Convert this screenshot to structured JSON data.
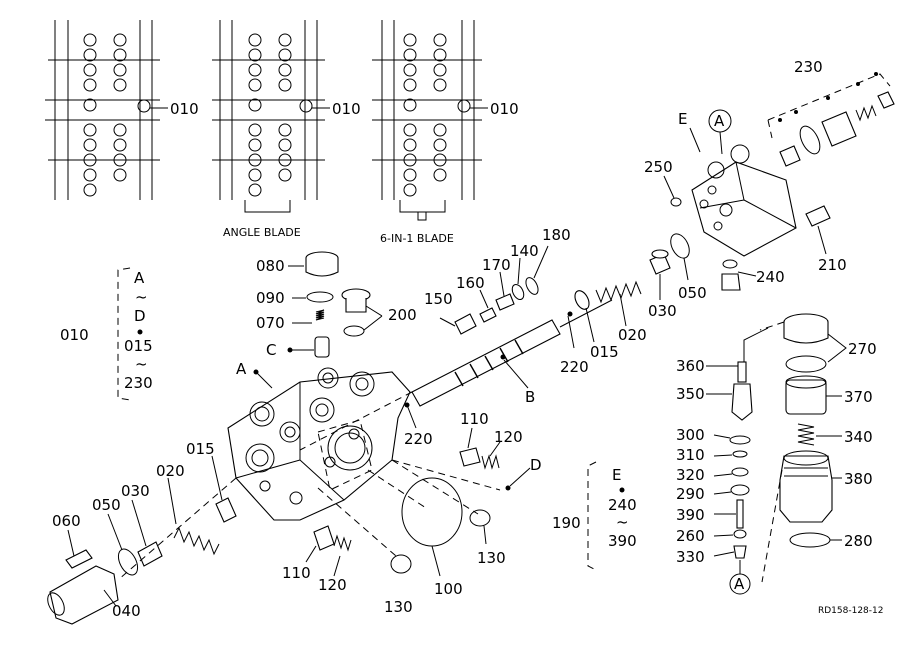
{
  "variants": {
    "standard_label": "010",
    "angle_label": "010",
    "angle_caption": "ANGLE BLADE",
    "sixin1_label": "010",
    "sixin1_caption": "6-IN-1 BLADE"
  },
  "parts": {
    "p010_left": "010",
    "range_a": "A",
    "range_tilde": "~",
    "range_d": "D",
    "range_015": "015",
    "range_tilde2": "~",
    "range_230": "230",
    "p080": "080",
    "p090": "090",
    "p070": "070",
    "p_c": "C",
    "p200": "200",
    "p150": "150",
    "p160": "160",
    "p170": "170",
    "p140": "140",
    "p180": "180",
    "p020_top": "020",
    "p015_top": "015",
    "p220_top": "220",
    "p030_top": "030",
    "p050_top": "050",
    "p_b": "B",
    "p_a_body": "A",
    "p220_mid": "220",
    "p110_top": "110",
    "p120_top": "120",
    "p_d": "D",
    "p015_left": "015",
    "p020_left": "020",
    "p030_left": "030",
    "p050_left": "050",
    "p060": "060",
    "p040": "040",
    "p110_bot": "110",
    "p120_bot": "120",
    "p130_bot": "130",
    "p100": "100",
    "p130_right": "130",
    "p_e": "E",
    "p_a_circle_top": "A",
    "p250": "250",
    "p230": "230",
    "p210": "210",
    "p240": "240",
    "p190": "190",
    "range2_e": "E",
    "range2_240": "240",
    "range2_tilde": "~",
    "range2_390": "390",
    "p360": "360",
    "p350": "350",
    "p300": "300",
    "p310": "310",
    "p320": "320",
    "p290": "290",
    "p390": "390",
    "p260": "260",
    "p330": "330",
    "p_a_circle_bot": "A",
    "p270": "270",
    "p370": "370",
    "p340": "340",
    "p380": "380",
    "p280": "280"
  },
  "footer": {
    "code": "RD158-128-12"
  }
}
